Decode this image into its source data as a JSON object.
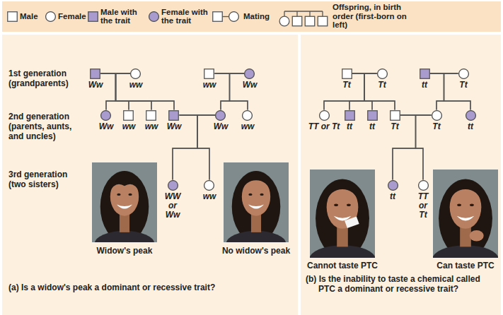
{
  "diagram": {
    "nodes": [
      {
        "text": [
          "Ww"
        ]
      },
      {
        "text": [
          "ww"
        ]
      },
      {
        "text": [
          "ww"
        ]
      },
      {
        "text": [
          "Ww"
        ]
      },
      {
        "text": [
          "Ww"
        ]
      },
      {
        "text": [
          "ww"
        ]
      },
      {
        "text": [
          "ww"
        ]
      },
      {
        "text": [
          "Ww"
        ]
      },
      {
        "text": [
          "Ww"
        ]
      },
      {
        "text": [
          "ww"
        ]
      },
      {
        "text": [
          "WW or Ww"
        ]
      },
      {
        "text": [
          "ww"
        ]
      },
      {
        "text": [
          "Tt"
        ]
      },
      {
        "text": [
          "Tt"
        ]
      },
      {
        "text": [
          "tt"
        ]
      },
      {
        "text": [
          "Tt"
        ]
      },
      {
        "text": [
          "TT or Tt"
        ]
      },
      {
        "text": [
          "tt"
        ]
      },
      {
        "text": [
          "tt"
        ]
      },
      {
        "text": [
          "Tt"
        ]
      },
      {
        "text": [
          "Tt"
        ]
      },
      {
        "text": [
          "tt"
        ]
      },
      {
        "text": [
          "tt"
        ]
      },
      {
        "text": [
          "TT or Tt"
        ]
      }
    ],
    "edges": [
      {
        "from": 0,
        "to": 1,
        "arrow": "none"
      },
      {
        "from": 0,
        "to": 4,
        "arrow": "none"
      },
      {
        "from": 0,
        "to": 5,
        "arrow": "none"
      },
      {
        "from": 0,
        "to": 6,
        "arrow": "none"
      },
      {
        "from": 0,
        "to": 7,
        "arrow": "none"
      },
      {
        "from": 1,
        "to": 4,
        "arrow": "none"
      },
      {
        "from": 1,
        "to": 5,
        "arrow": "none"
      },
      {
        "from": 1,
        "to": 6,
        "arrow": "none"
      },
      {
        "from": 1,
        "to": 7,
        "arrow": "none"
      },
      {
        "from": 2,
        "to": 3,
        "arrow": "none"
      },
      {
        "from": 2,
        "to": 8,
        "arrow": "none"
      },
      {
        "from": 2,
        "to": 9,
        "arrow": "none"
      },
      {
        "from": 3,
        "to": 8,
        "arrow": "none"
      },
      {
        "from": 3,
        "to": 9,
        "arrow": "none"
      },
      {
        "from": 7,
        "to": 8,
        "arrow": "none"
      },
      {
        "from": 7,
        "to": 10,
        "arrow": "none"
      },
      {
        "from": 7,
        "to": 11,
        "arrow": "none"
      },
      {
        "from": 8,
        "to": 10,
        "arrow": "none"
      },
      {
        "from": 8,
        "to": 11,
        "arrow": "none"
      },
      {
        "from": 12,
        "to": 13,
        "arrow": "none"
      },
      {
        "from": 12,
        "to": 16,
        "arrow": "none"
      },
      {
        "from": 12,
        "to": 17,
        "arrow": "none"
      },
      {
        "from": 12,
        "to": 18,
        "arrow": "none"
      },
      {
        "from": 12,
        "to": 19,
        "arrow": "none"
      },
      {
        "from": 13,
        "to": 16,
        "arrow": "none"
      },
      {
        "from": 13,
        "to": 17,
        "arrow": "none"
      },
      {
        "from": 13,
        "to": 18,
        "arrow": "none"
      },
      {
        "from": 13,
        "to": 19,
        "arrow": "none"
      },
      {
        "from": 14,
        "to": 15,
        "arrow": "none"
      },
      {
        "from": 14,
        "to": 20,
        "arrow": "none"
      },
      {
        "from": 14,
        "to": 21,
        "arrow": "none"
      },
      {
        "from": 15,
        "to": 20,
        "arrow": "none"
      },
      {
        "from": 15,
        "to": 21,
        "arrow": "none"
      },
      {
        "from": 19,
        "to": 20,
        "arrow": "none"
      },
      {
        "from": 19,
        "to": 22,
        "arrow": "none"
      },
      {
        "from": 19,
        "to": 23,
        "arrow": "none"
      },
      {
        "from": 20,
        "to": 22,
        "arrow": "none"
      },
      {
        "from": 20,
        "to": 23,
        "arrow": "none"
      }
    ],
    "labels": [
      "1st generation (grandparents)",
      "2nd generation (parents, aunts, and uncles)",
      "3rd generation (two sisters)",
      "Widow's peak",
      "No widow's peak",
      "Cannot taste PTC",
      "Can taste PTC",
      "(a) Is a widow's peak a dominant or recessive trait?",
      "(b) Is the inability to taste a chemical called PTC a dominant or recessive trait?"
    ],
    "legend": [
      {
        "text": "Male"
      },
      {
        "text": "Female"
      },
      {
        "text": "Male with the trait"
      },
      {
        "text": "Female with the trait"
      },
      {
        "text": "Mating"
      },
      {
        "text": "Offspring, in birth order (first-born on left)"
      }
    ]
  }
}
